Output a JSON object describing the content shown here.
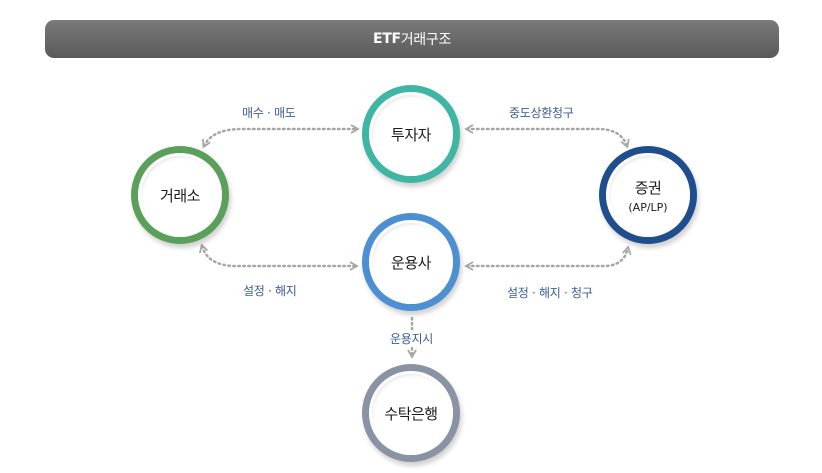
{
  "title": {
    "bold": "ETF",
    "rest": "거래구조"
  },
  "nodes": {
    "investor": {
      "label": "투자자",
      "color": "#3fb5a3"
    },
    "exchange": {
      "label": "거래소",
      "color": "#5ba05a"
    },
    "manager": {
      "label": "운용사",
      "color": "#4c8fd3"
    },
    "securities": {
      "label": "증권",
      "sub": "(AP/LP)",
      "color": "#1f4e8c"
    },
    "trustee": {
      "label": "수탁은행",
      "color": "#8a93a3"
    }
  },
  "edges": {
    "buy_sell": "매수 · 매도",
    "redemption_request": "중도상환청구",
    "creation_redemption": "설정 · 해지",
    "creation_redemption_request": "설정 · 해지 · 청구",
    "management_instruction": "운용지시"
  },
  "colors": {
    "arrow": "#a6a6a6",
    "edge_label": "#3b5d8f",
    "title_bar": "#666666"
  }
}
